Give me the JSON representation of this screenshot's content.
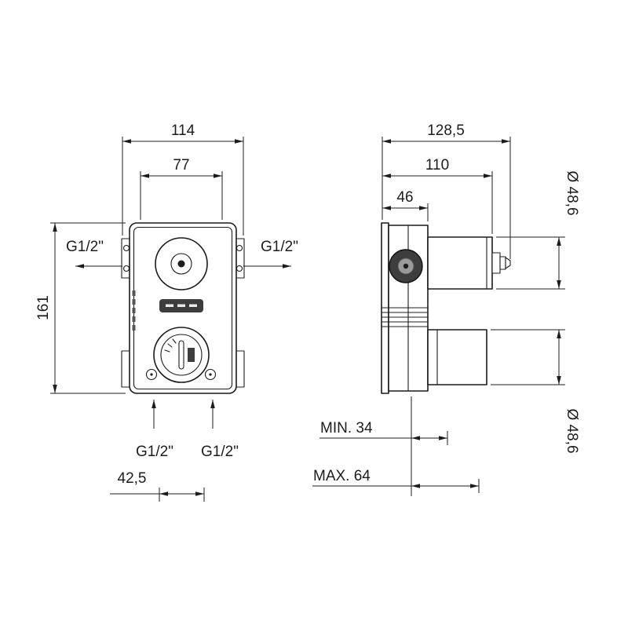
{
  "front": {
    "dim_width_total": "114",
    "dim_width_inner": "77",
    "dim_height": "161",
    "dim_offset": "42,5",
    "port_top_left": "G1/2\"",
    "port_top_right": "G1/2\"",
    "port_bottom_left": "G1/2\"",
    "port_bottom_right": "G1/2\""
  },
  "side": {
    "dim_depth_total": "128,5",
    "dim_depth_body": "110",
    "dim_depth_plate": "46",
    "dim_diameter_top": "Ø 48,6",
    "dim_diameter_bottom": "Ø 48,6",
    "dim_depth_min": "MIN. 34",
    "dim_depth_max": "MAX. 64"
  },
  "colors": {
    "line": "#1c1c1c",
    "background": "#ffffff",
    "dark_fill": "#3d3d3d",
    "inner_knob_fill": "#9a9a9a"
  }
}
